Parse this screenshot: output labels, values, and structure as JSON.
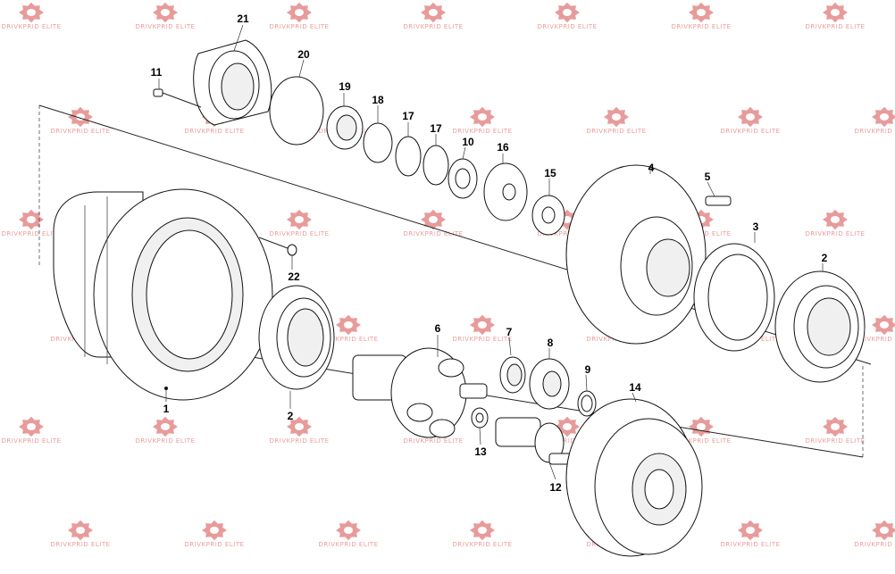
{
  "watermark": {
    "text": "DRIVKPRID ELITE",
    "color": "#e07a7a"
  },
  "callouts": {
    "c1": "1",
    "c2a": "2",
    "c2b": "2",
    "c3": "3",
    "c4": "4",
    "c5": "5",
    "c6": "6",
    "c7": "7",
    "c8": "8",
    "c9": "9",
    "c10": "10",
    "c11": "11",
    "c12": "12",
    "c13": "13",
    "c14": "14",
    "c15": "15",
    "c16": "16",
    "c17a": "17",
    "c17b": "17",
    "c18": "18",
    "c19": "19",
    "c20": "20",
    "c21": "21",
    "c22": "22"
  }
}
